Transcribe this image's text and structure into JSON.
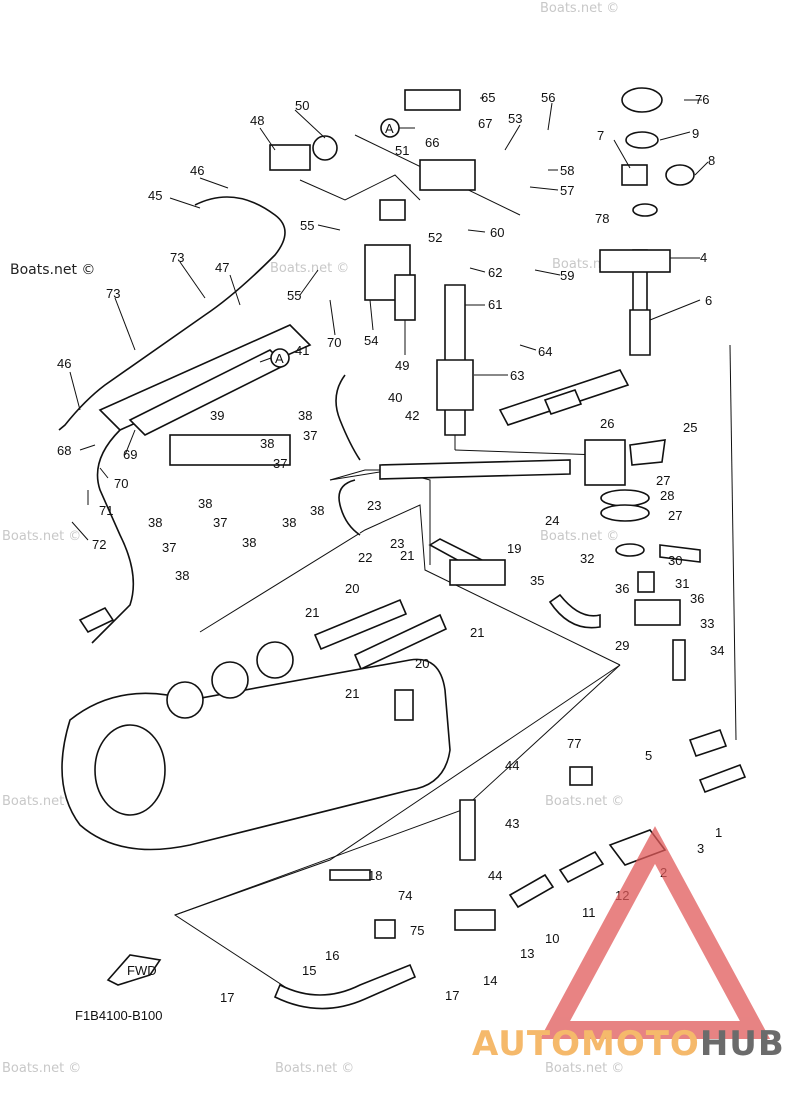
{
  "diagram_code": "F1B4100-B100",
  "fwd_label": "FWD",
  "watermark_main": "Boats.net ©",
  "watermark_faint": "Boats.net ©",
  "callout_a": "A",
  "brand": {
    "part1": "AUTO",
    "part2": "MOTO",
    "part3": "HUB",
    "color_orange": "#f2a23a",
    "color_red": "#e05a5a",
    "color_dark": "#3a3a3a"
  },
  "labels": {
    "l1": "1",
    "l2": "2",
    "l3": "3",
    "l4": "4",
    "l5": "5",
    "l6": "6",
    "l7": "7",
    "l8": "8",
    "l9": "9",
    "l10": "10",
    "l11": "11",
    "l12": "12",
    "l13": "13",
    "l14": "14",
    "l15": "15",
    "l16": "16",
    "l17a": "17",
    "l17b": "17",
    "l18": "18",
    "l19": "19",
    "l20a": "20",
    "l20b": "20",
    "l21a": "21",
    "l21b": "21",
    "l21c": "21",
    "l21d": "21",
    "l22": "22",
    "l23a": "23",
    "l23b": "23",
    "l24": "24",
    "l25": "25",
    "l26": "26",
    "l27a": "27",
    "l27b": "27",
    "l28": "28",
    "l29": "29",
    "l30": "30",
    "l31": "31",
    "l32": "32",
    "l33": "33",
    "l34": "34",
    "l35": "35",
    "l36a": "36",
    "l36b": "36",
    "l37a": "37",
    "l37b": "37",
    "l37c": "37",
    "l37d": "37",
    "l38a": "38",
    "l38b": "38",
    "l38c": "38",
    "l38d": "38",
    "l38e": "38",
    "l38f": "38",
    "l38g": "38",
    "l39": "39",
    "l40": "40",
    "l41": "41",
    "l42": "42",
    "l43": "43",
    "l44a": "44",
    "l44b": "44",
    "l45": "45",
    "l46a": "46",
    "l46b": "46",
    "l47": "47",
    "l48": "48",
    "l49": "49",
    "l50": "50",
    "l51": "51",
    "l52": "52",
    "l53": "53",
    "l54": "54",
    "l55a": "55",
    "l55b": "55",
    "l56": "56",
    "l57": "57",
    "l58": "58",
    "l59": "59",
    "l60": "60",
    "l61": "61",
    "l62": "62",
    "l63": "63",
    "l64": "64",
    "l65": "65",
    "l66": "66",
    "l67": "67",
    "l68": "68",
    "l69": "69",
    "l70a": "70",
    "l70b": "70",
    "l71": "71",
    "l72": "72",
    "l73a": "73",
    "l73b": "73",
    "l74": "74",
    "l75": "75",
    "l76": "76",
    "l77": "77",
    "l78": "78"
  }
}
